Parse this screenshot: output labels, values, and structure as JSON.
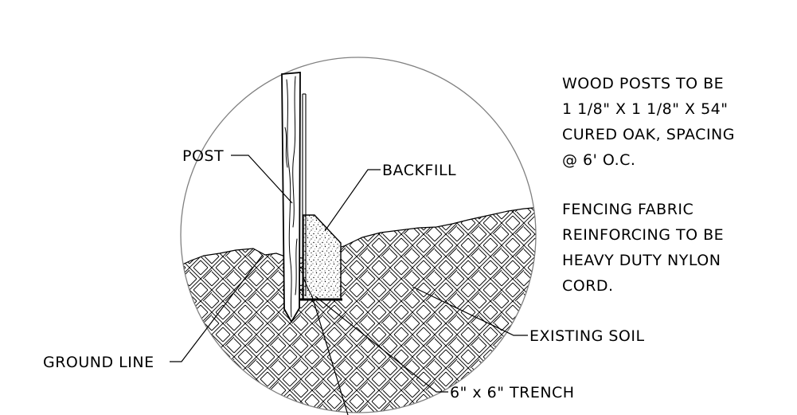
{
  "labels": {
    "post": "POST",
    "backfill": "BACKFILL",
    "ground_line": "GROUND LINE",
    "existing_soil": "EXISTING SOIL",
    "trench": "6\" x 6\" TRENCH"
  },
  "notes": {
    "posts": [
      "WOOD POSTS TO BE",
      "1 1/8\" X 1 1/8\" X 54\"",
      "CURED OAK, SPACING",
      "@ 6' O.C."
    ],
    "fabric": [
      "FENCING FABRIC",
      "REINFORCING TO BE",
      "HEAVY DUTY NYLON",
      "CORD."
    ]
  },
  "colors": {
    "ink": "#000000",
    "circle": "#808080",
    "background": "#ffffff"
  }
}
